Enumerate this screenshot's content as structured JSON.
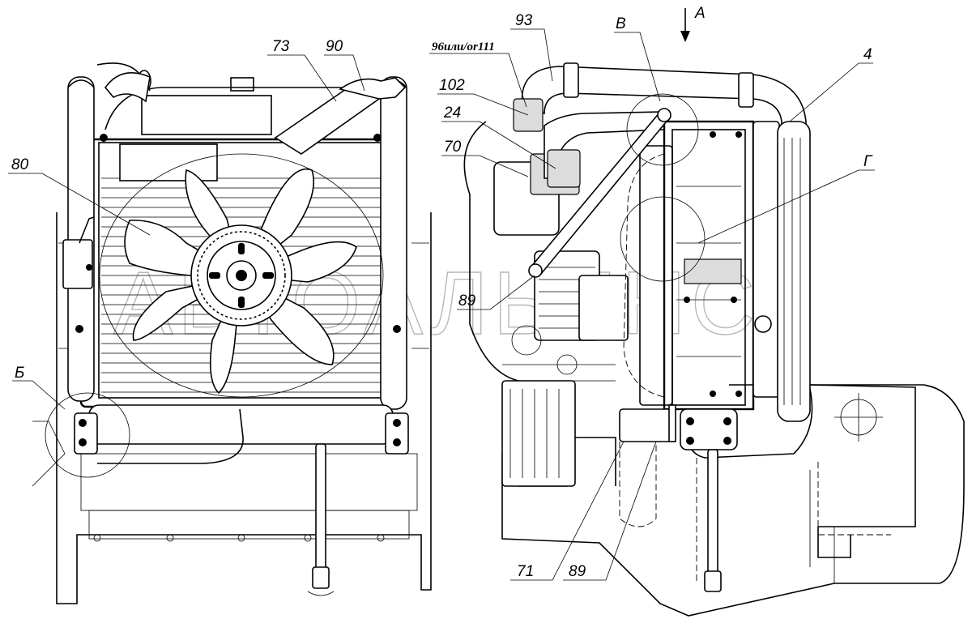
{
  "watermark": "АВТОАЛЬЯНС",
  "callouts": {
    "c73": "73",
    "c90": "90",
    "c80": "80",
    "cB_left": "Б",
    "c93": "93",
    "c96": "96или/or111",
    "c102": "102",
    "c24": "24",
    "c70": "70",
    "cV": "В",
    "cA": "А",
    "c4": "4",
    "cG": "Г",
    "c89a": "89",
    "c71": "71",
    "c89b": "89"
  }
}
